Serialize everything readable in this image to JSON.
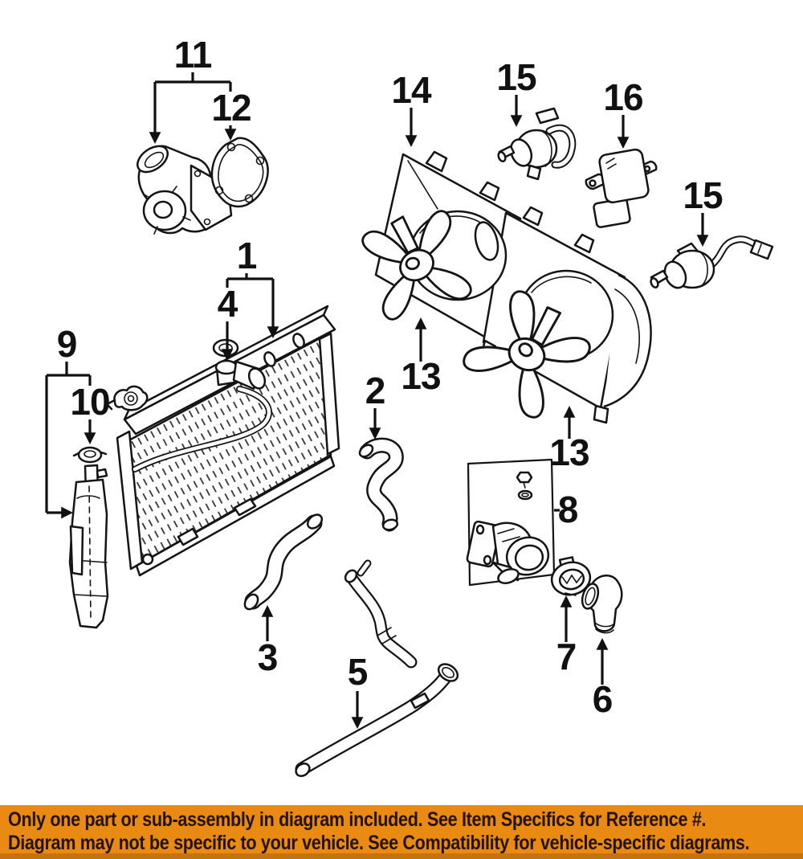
{
  "page": {
    "background": "#ffffff"
  },
  "diagram": {
    "ink_color": "#141414",
    "callouts": [
      "11",
      "12",
      "1",
      "4",
      "9",
      "10",
      "2",
      "14",
      "15",
      "16",
      "15",
      "13",
      "13",
      "8",
      "3",
      "5",
      "7",
      "6"
    ]
  },
  "banner": {
    "background": "#e98a13",
    "shade_color": "#c57210",
    "text_color": "#241303",
    "line1": "Only one part or sub-assembly in diagram included. See Item Specifics for Reference #.",
    "line2": "Diagram may not be specific to your vehicle. See Compatibility for vehicle-specific diagrams."
  }
}
